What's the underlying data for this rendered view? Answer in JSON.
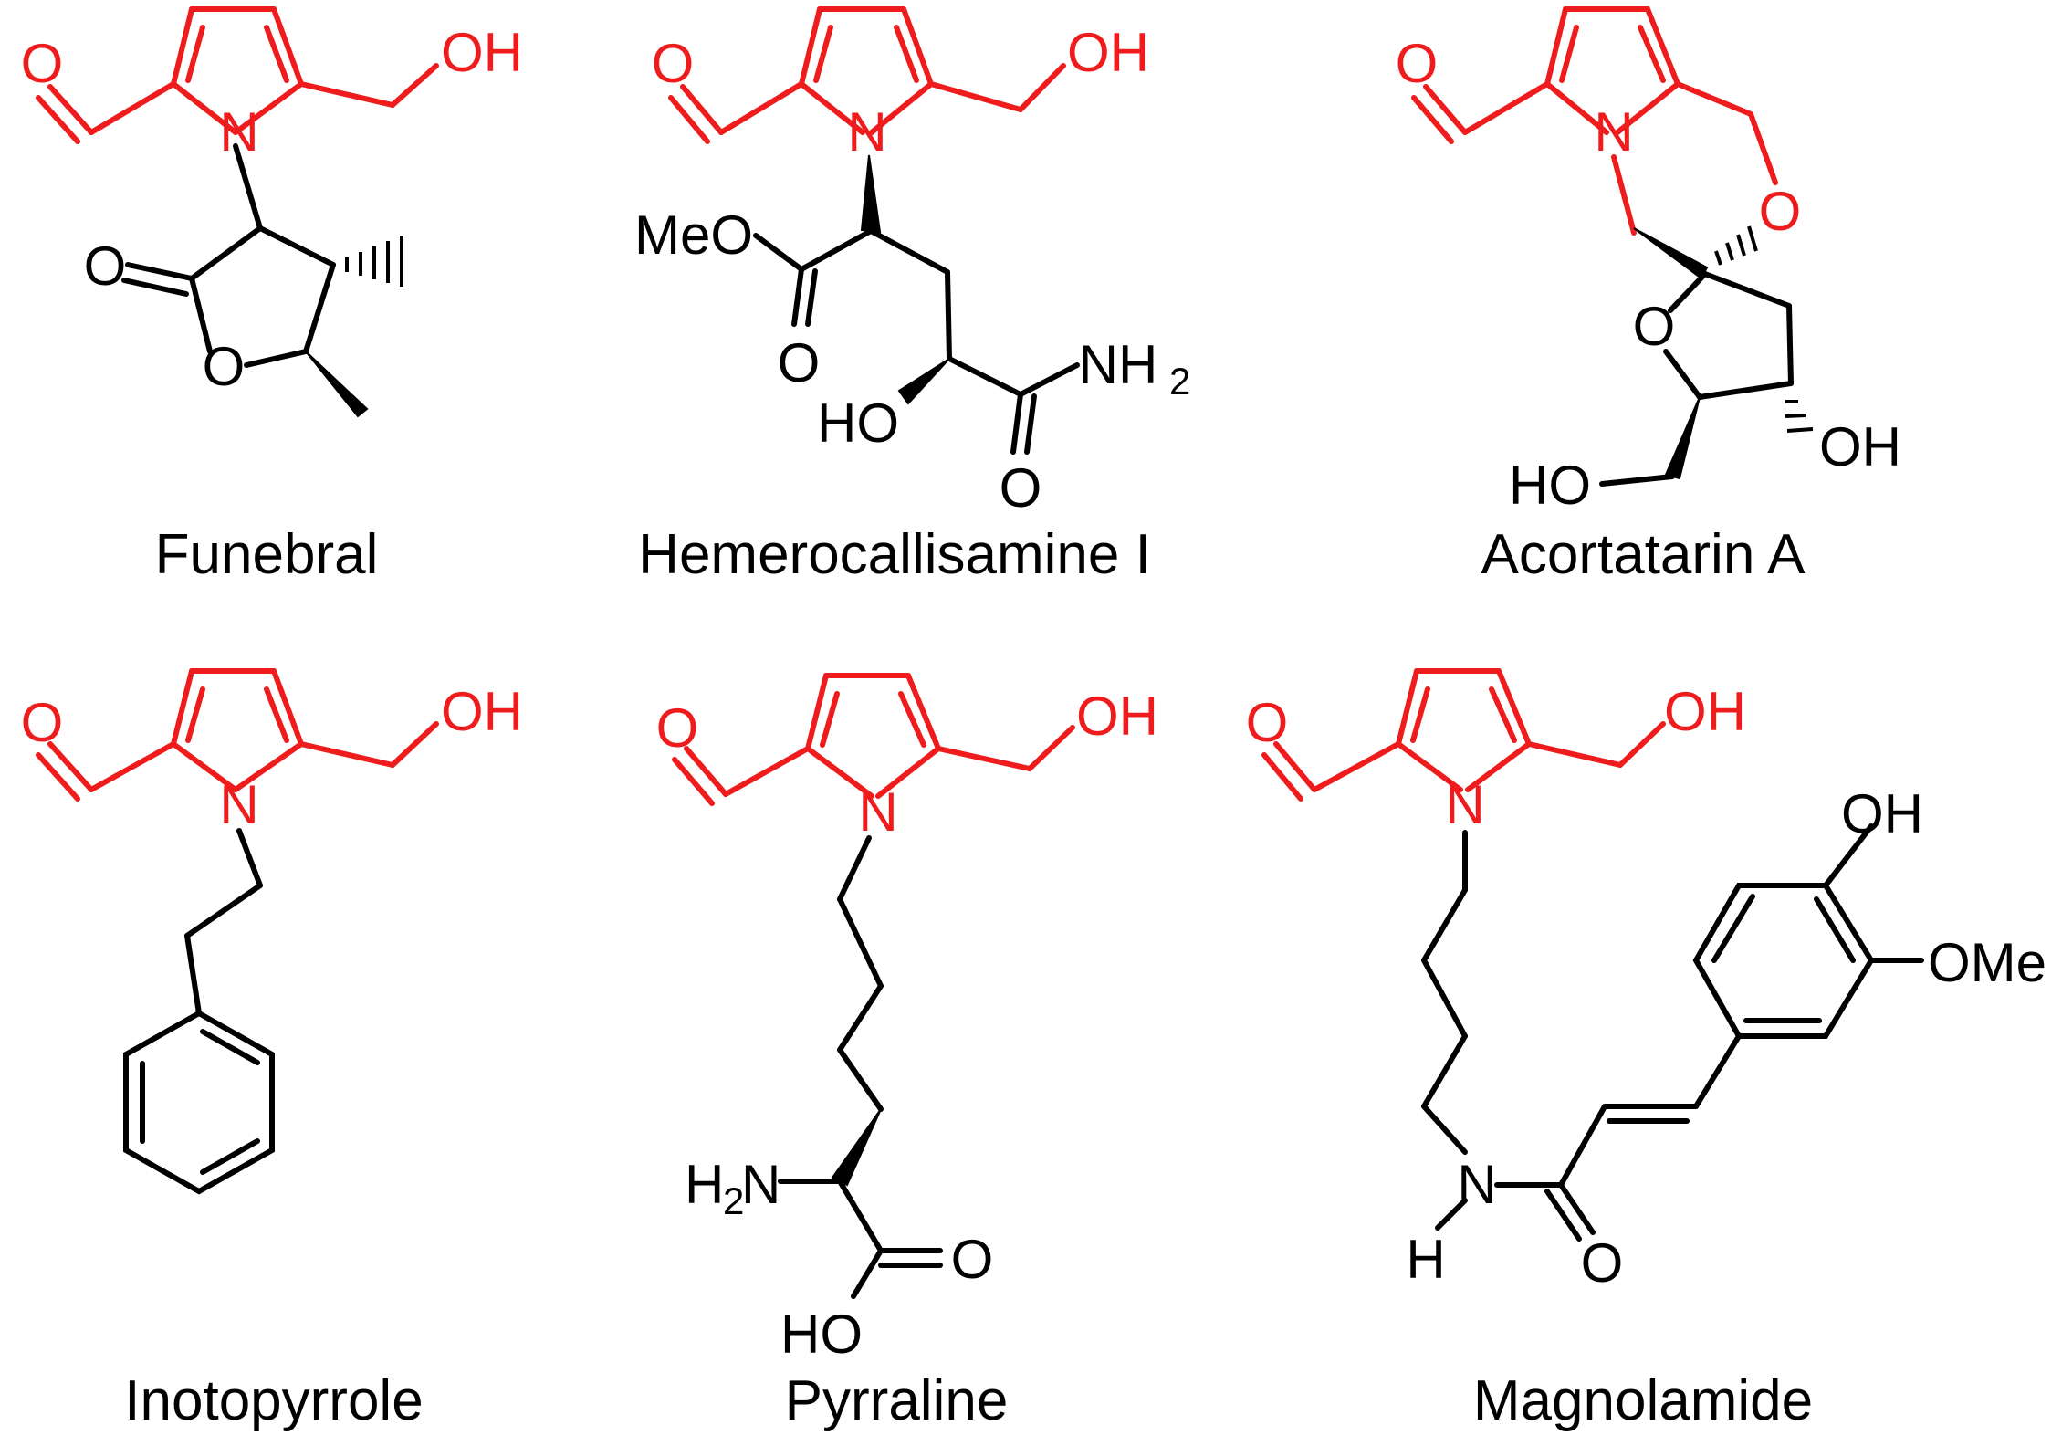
{
  "colors": {
    "core": "#ee1c1c",
    "skeleton": "#000000",
    "background": "#ffffff"
  },
  "compounds": [
    {
      "name": "Funebral",
      "labels": {
        "o_ald": "O",
        "oh": "OH",
        "n": "N",
        "o_carb": "O",
        "o_ring": "O"
      }
    },
    {
      "name": "Hemerocallisamine I",
      "labels": {
        "o_ald": "O",
        "oh": "OH",
        "n": "N",
        "meo": "MeO",
        "o_ester": "O",
        "ho": "HO",
        "nh": "NH",
        "sub2": "2",
        "o_amide": "O"
      }
    },
    {
      "name": "Acortatarin A",
      "labels": {
        "o_ald": "O",
        "n": "N",
        "o_ox": "O",
        "o_thf": "O",
        "oh": "OH",
        "ho": "HO"
      }
    },
    {
      "name": "Inotopyrrole",
      "labels": {
        "o_ald": "O",
        "oh": "OH",
        "n": "N"
      }
    },
    {
      "name": "Pyrraline",
      "labels": {
        "o_ald": "O",
        "oh": "OH",
        "n": "N",
        "h2n_h": "H",
        "h2n_sub": "2",
        "h2n_n": "N",
        "o_acid": "O",
        "ho": "HO"
      }
    },
    {
      "name": "Magnolamide",
      "labels": {
        "o_ald": "O",
        "oh_core": "OH",
        "n": "N",
        "oh_ph": "OH",
        "ome": "OMe",
        "nh_n": "N",
        "nh_h": "H",
        "o_amide": "O"
      }
    }
  ]
}
